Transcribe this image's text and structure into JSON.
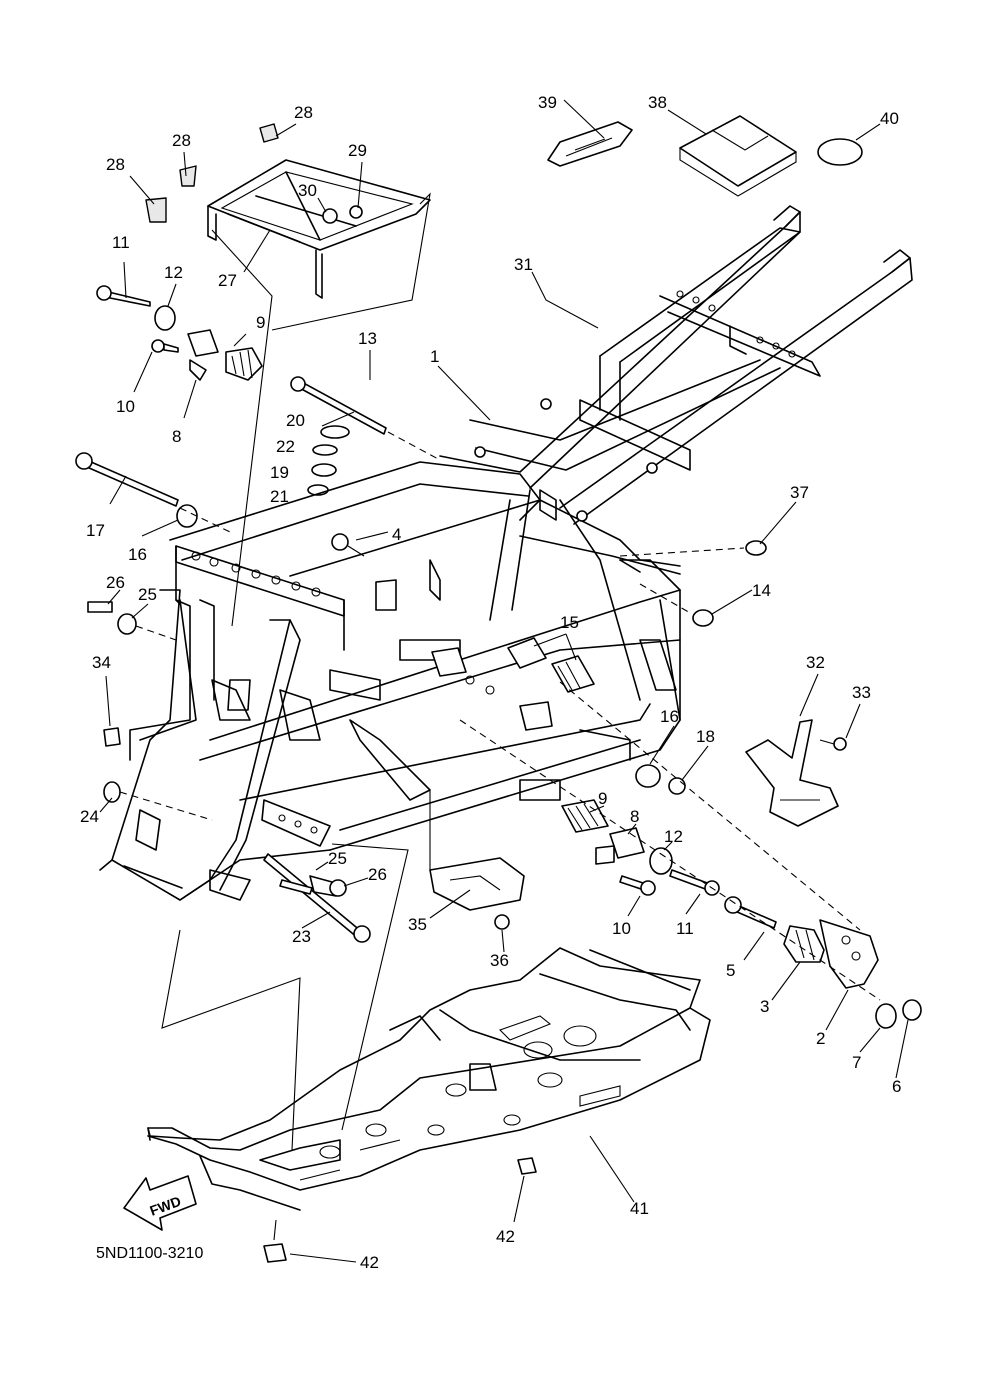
{
  "diagram": {
    "code": "5ND1100-3210",
    "fwd_label": "FWD",
    "callouts": {
      "c1": "1",
      "c2": "2",
      "c3": "3",
      "c4": "4",
      "c5": "5",
      "c6": "6",
      "c7": "7",
      "c8a": "8",
      "c8b": "8",
      "c9a": "9",
      "c9b": "9",
      "c10a": "10",
      "c10b": "10",
      "c11a": "11",
      "c11b": "11",
      "c12a": "12",
      "c12b": "12",
      "c13": "13",
      "c14": "14",
      "c15": "15",
      "c16a": "16",
      "c16b": "16",
      "c17": "17",
      "c18": "18",
      "c19": "19",
      "c20": "20",
      "c21": "21",
      "c22": "22",
      "c23": "23",
      "c24": "24",
      "c25a": "25",
      "c25b": "25",
      "c26a": "26",
      "c26b": "26",
      "c27": "27",
      "c28a": "28",
      "c28b": "28",
      "c28c": "28",
      "c29": "29",
      "c30": "30",
      "c31": "31",
      "c32": "32",
      "c33": "33",
      "c34": "34",
      "c35": "35",
      "c36": "36",
      "c37": "37",
      "c38": "38",
      "c39": "39",
      "c40": "40",
      "c41": "41",
      "c42a": "42",
      "c42b": "42"
    }
  }
}
